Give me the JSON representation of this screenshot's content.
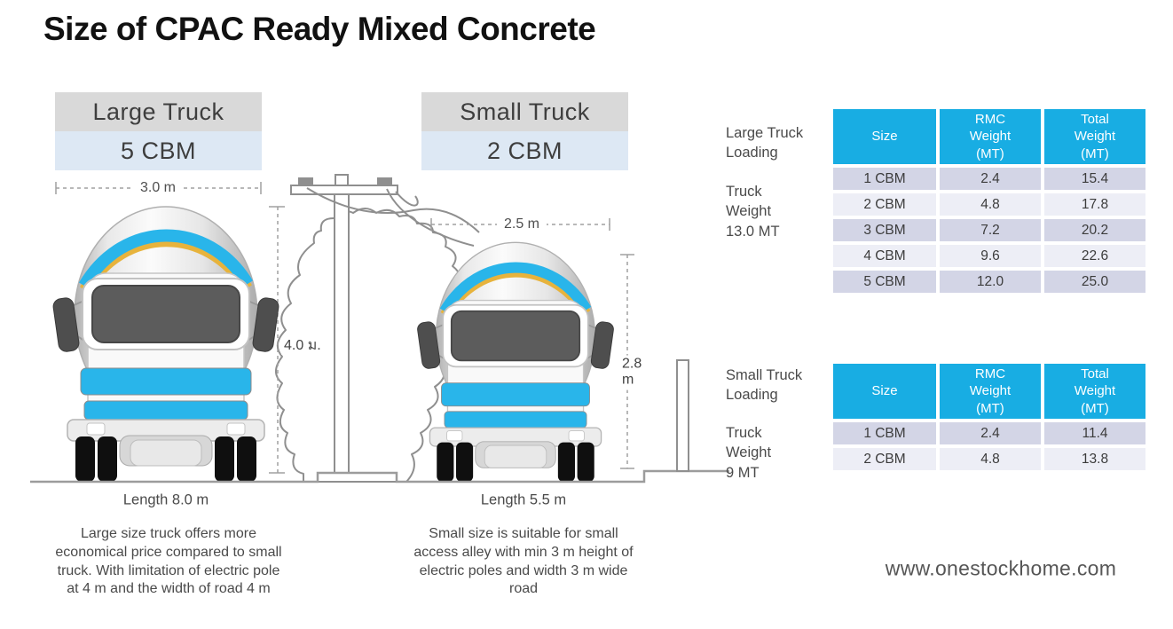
{
  "title": "Size of CPAC Ready Mixed Concrete",
  "colors": {
    "table_header_cyan": "#18ade3",
    "truck_blue": "#29b5ea",
    "label_box_gray": "#d9d9d9",
    "capacity_box_blue": "#dde8f4",
    "table_row_dark": "#d3d5e6",
    "table_row_light": "#edeef6"
  },
  "large_truck": {
    "name": "Large Truck",
    "capacity": "5 CBM",
    "width_dim": "3.0 m",
    "length_label": "Length 8.0 m",
    "description": "Large size truck offers more economical price compared to small truck. With limitation of electric pole at 4 m and the width of road 4 m"
  },
  "small_truck": {
    "name": "Small Truck",
    "capacity": "2 CBM",
    "width_dim": "2.5 m",
    "height_dim": "2.8\nm",
    "length_label": "Length 5.5 m",
    "description": "Small size is suitable for small access alley with min 3 m height of electric poles and width 3 m wide road"
  },
  "pole_height_dim": "4.0 ม.",
  "tables": {
    "large": {
      "side_label": "Large Truck\nLoading",
      "truck_weight": "Truck\nWeight\n13.0 MT",
      "headers": [
        "Size",
        "RMC\nWeight\n(MT)",
        "Total\nWeight\n(MT)"
      ],
      "rows": [
        [
          "1 CBM",
          "2.4",
          "15.4"
        ],
        [
          "2 CBM",
          "4.8",
          "17.8"
        ],
        [
          "3 CBM",
          "7.2",
          "20.2"
        ],
        [
          "4 CBM",
          "9.6",
          "22.6"
        ],
        [
          "5 CBM",
          "12.0",
          "25.0"
        ]
      ]
    },
    "small": {
      "side_label": "Small Truck\nLoading",
      "truck_weight": "Truck\nWeight\n9 MT",
      "headers": [
        "Size",
        "RMC\nWeight\n(MT)",
        "Total\nWeight\n(MT)"
      ],
      "rows": [
        [
          "1 CBM",
          "2.4",
          "11.4"
        ],
        [
          "2 CBM",
          "4.8",
          "13.8"
        ]
      ]
    }
  },
  "website": "www.onestockhome.com"
}
